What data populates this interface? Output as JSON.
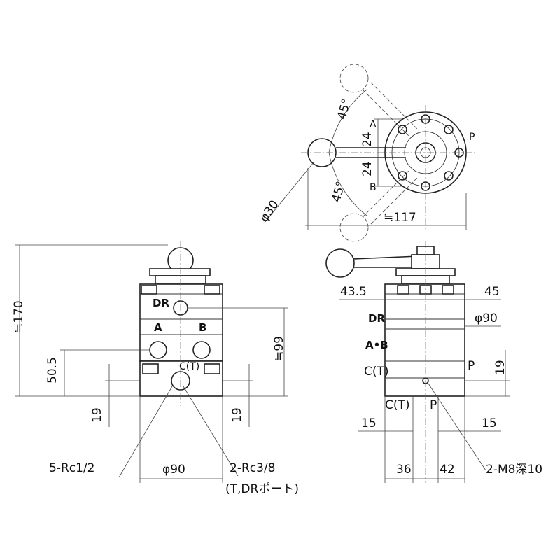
{
  "top_view": {
    "angle_upper": "45°",
    "angle_lower": "45°",
    "offset_a": "24",
    "offset_b": "24",
    "port_a": "A",
    "port_b": "B",
    "port_p": "P",
    "knob_dia": "φ30",
    "reach": "≒117"
  },
  "front_view": {
    "height_total": "≒170",
    "height_mid": "≒99",
    "height_ab": "50.5",
    "height_c_left": "19",
    "height_c_right": "19",
    "port_dr": "DR",
    "port_a": "A",
    "port_b": "B",
    "port_c": "C(T)",
    "width": "φ90",
    "callout_ports": "5-Rc1/2",
    "callout_tdr_line1": "2-Rc3/8",
    "callout_tdr_line2": "(T,DRポート)"
  },
  "side_view": {
    "dim_left": "43.5",
    "dim_right": "45",
    "dia": "φ90",
    "port_dr": "DR",
    "port_ab": "A•B",
    "port_c": "C(T)",
    "port_p": "P",
    "height_p": "19",
    "bottom_c": "C(T)",
    "bottom_p": "P",
    "edge_left": "15",
    "edge_right": "15",
    "span_left": "36",
    "span_right": "42",
    "tapped": "2-M8深10"
  }
}
